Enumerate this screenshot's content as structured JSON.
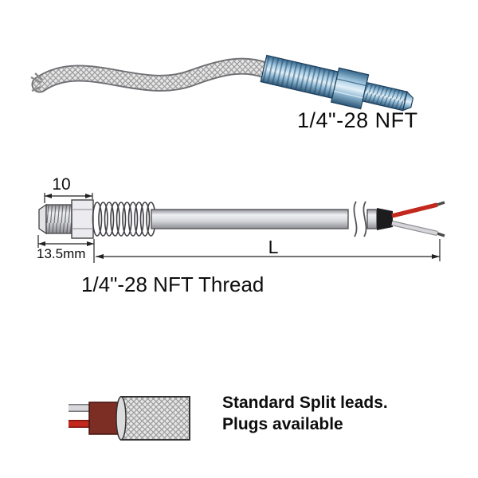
{
  "top_illustration": {
    "label": "1/4\"-28 NFT"
  },
  "technical_drawing": {
    "dim_width_label": "10",
    "dim_length_label": "13.5mm",
    "overall_length_label": "L",
    "thread_label": "1/4\"-28 NFT Thread"
  },
  "lead_detail": {
    "line1": "Standard Split leads.",
    "line2": "Plugs available"
  },
  "colors": {
    "steel_blue": "#6f9cbd",
    "tube_gray": "#d9d9de",
    "wire_red": "#c3281e",
    "wire_silver": "#d6d6da",
    "jacket_maroon": "#7c2d24",
    "braid_gray": "#e6e6e6",
    "line": "#333333"
  }
}
